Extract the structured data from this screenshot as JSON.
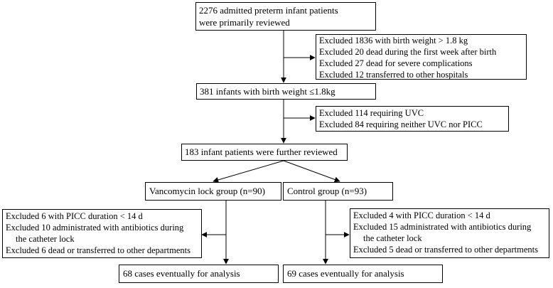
{
  "boxes": {
    "admitted": [
      "2276 admitted preterm infant patients",
      "were primarily reviewed"
    ],
    "exclusion1": [
      "Excluded 1836 with birth weight > 1.8 kg",
      "Excluded 20 dead during the first week after birth",
      "Excluded 27 dead for severe complications",
      "Excluded 12 transferred to other hospitals"
    ],
    "infants_1_8": [
      "381 infants with birth weight ≤1.8kg"
    ],
    "exclusion2": [
      "Excluded 114 requiring UVC",
      "Excluded 84 requiring neither UVC nor PICC"
    ],
    "further_reviewed": [
      "183 infant patients were further reviewed"
    ],
    "vanco_group": [
      "Vancomycin lock group (n=90)"
    ],
    "control_group": [
      "Control group (n=93)"
    ],
    "vanco_exclusion": [
      "Excluded 6 with PICC duration < 14 d",
      "Excluded 10 administrated with antibiotics during",
      "the catheter lock",
      "Excluded 6 dead or transferred to other departments"
    ],
    "control_exclusion": [
      "Excluded 4 with PICC duration < 14 d",
      "Excluded 15 administrated with antibiotics during",
      "the catheter lock",
      "Excluded 5 dead or transferred to other departments"
    ],
    "vanco_final": [
      "68 cases eventually for analysis"
    ],
    "control_final": [
      "69 cases eventually for analysis"
    ]
  }
}
